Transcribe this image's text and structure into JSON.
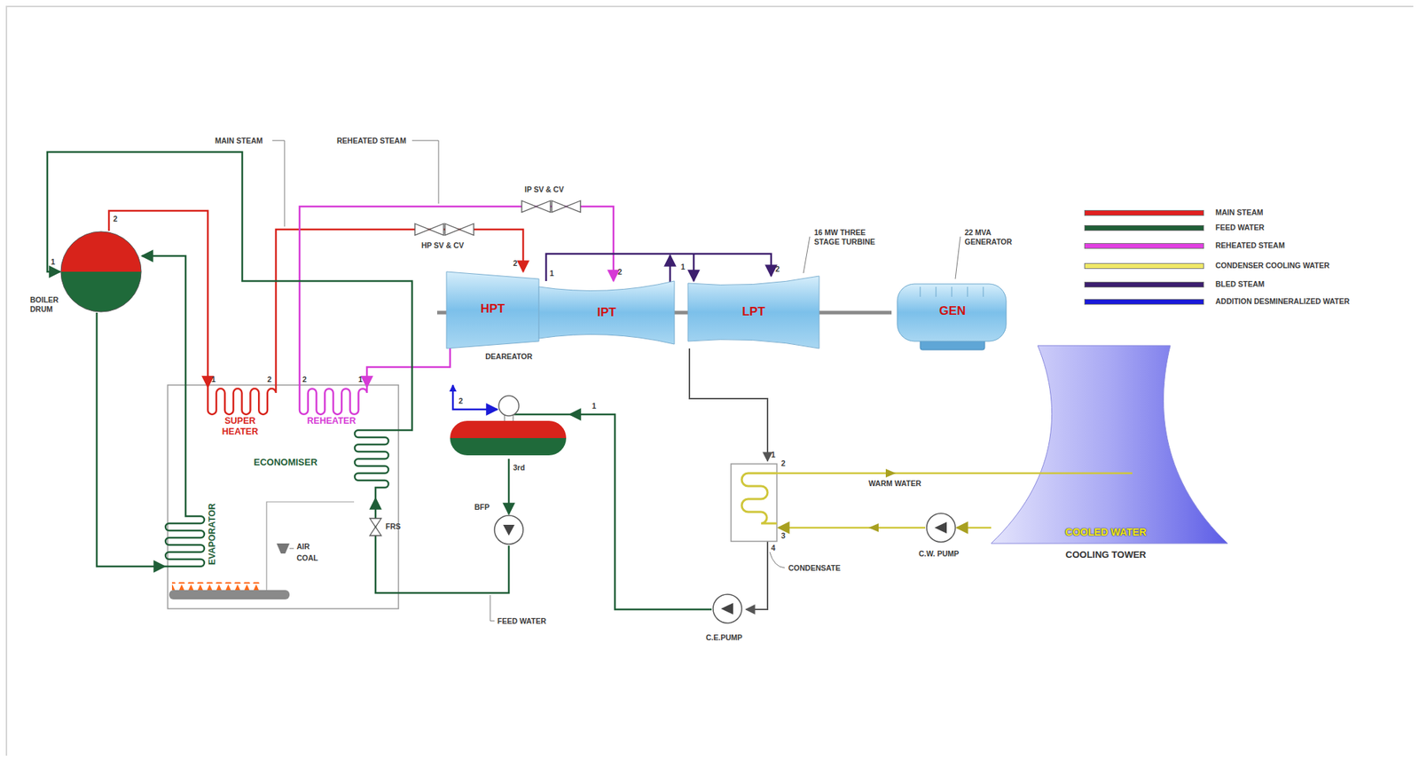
{
  "diagram": {
    "nodes": [
      {
        "text": [
          "BOILER DRUM"
        ]
      },
      {
        "text": [
          "SUPER HEATER"
        ]
      },
      {
        "text": [
          "REHEATER"
        ]
      },
      {
        "text": [
          "ECONOMISER"
        ]
      },
      {
        "text": [
          "EVAPORATOR"
        ]
      },
      {
        "text": [
          "HPT"
        ]
      },
      {
        "text": [
          "IPT"
        ]
      },
      {
        "text": [
          "LPT"
        ]
      },
      {
        "text": [
          "GEN"
        ]
      },
      {
        "text": [
          "DEAREATOR"
        ]
      },
      {
        "text": [
          "BFP"
        ]
      },
      {
        "text": [
          "COOLED WATER",
          "COOLING TOWER"
        ]
      },
      {
        "text": [
          "C.W. PUMP"
        ]
      },
      {
        "text": [
          "C.E.PUMP"
        ]
      }
    ],
    "edges": [
      {
        "from": 0,
        "to": 4,
        "arrow": "to"
      },
      {
        "from": 4,
        "to": 0,
        "arrow": "to"
      },
      {
        "from": 0,
        "to": 1,
        "arrow": "to"
      },
      {
        "from": 1,
        "to": 5,
        "arrow": "to"
      },
      {
        "from": 5,
        "to": 2,
        "arrow": "to"
      },
      {
        "from": 2,
        "to": 6,
        "arrow": "to"
      },
      {
        "from": 6,
        "to": 7,
        "arrow": "to"
      },
      {
        "from": 3,
        "to": 0,
        "arrow": "to"
      },
      {
        "from": 13,
        "to": 9,
        "arrow": "to"
      },
      {
        "from": 9,
        "to": 10,
        "arrow": "to"
      },
      {
        "from": 10,
        "to": 3,
        "arrow": "to"
      },
      {
        "from": 11,
        "to": 12,
        "arrow": "to"
      }
    ],
    "labels": [
      "MAIN STEAM",
      "REHEATED STEAM",
      "IP SV & CV",
      "HP SV & CV",
      "16 MW THREE STAGE TURBINE",
      "22 MVA GENERATOR",
      "AIR",
      "COAL",
      "FRS",
      "FEED WATER",
      "CONDENSATE",
      "WARM WATER",
      "1",
      "2",
      "1",
      "2",
      "2",
      "1",
      "2",
      "1",
      "2",
      "1",
      "2",
      "2",
      "1",
      "3rd",
      "1",
      "2",
      "3",
      "4"
    ],
    "legend": [
      {
        "text": "MAIN STEAM",
        "color": "#e02020"
      },
      {
        "text": "FEED WATER",
        "color": "#1f5e37"
      },
      {
        "text": "REHEATED STEAM",
        "color": "#e040e0"
      },
      {
        "text": "CONDENSER COOLING WATER",
        "color": "#f0e868"
      },
      {
        "text": "BLED STEAM",
        "color": "#3d1f6e"
      },
      {
        "text": "ADDITION DESMINERALIZED WATER",
        "color": "#1a1ad8"
      }
    ]
  }
}
